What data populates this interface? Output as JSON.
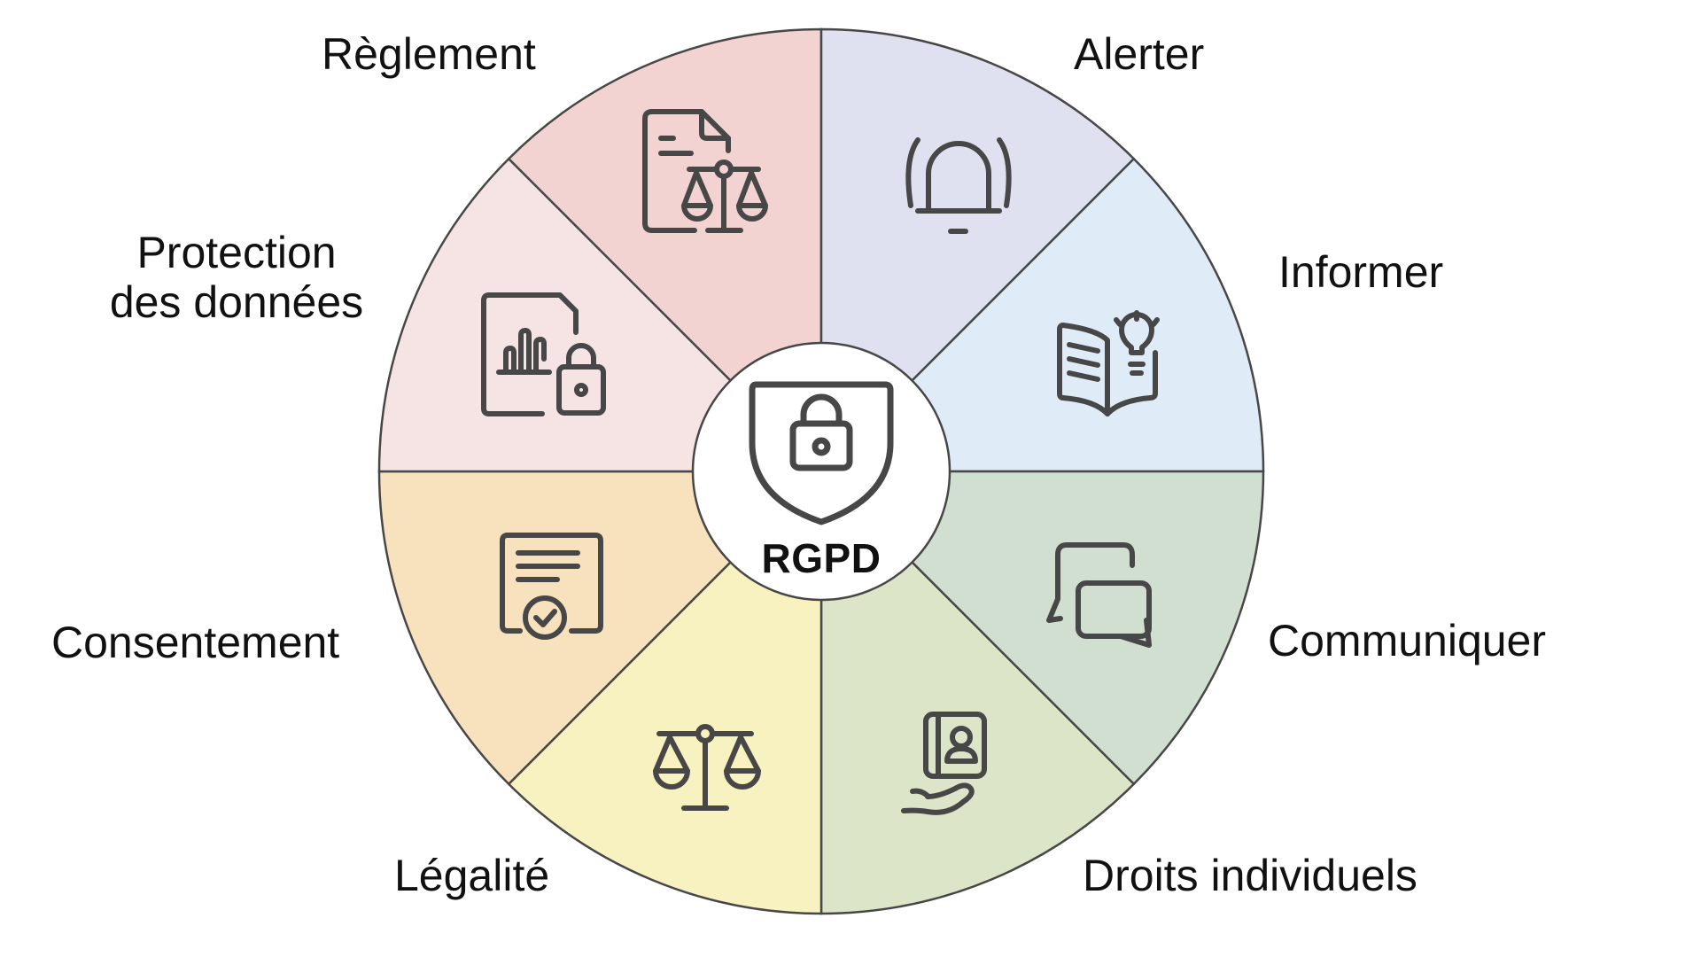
{
  "title": "RGPD",
  "center": {
    "label": "RGPD",
    "icon": "shield-lock-icon"
  },
  "colors": {
    "outline": "#474747",
    "icon_stroke": "#474747",
    "center_fill": "#ffffff",
    "text": "#111111"
  },
  "segments": [
    {
      "id": "reglement",
      "label": "Règlement",
      "icon": "document-scales-icon",
      "color": "#f3d3d1"
    },
    {
      "id": "alerter",
      "label": "Alerter",
      "icon": "bell-alert-icon",
      "color": "#e0e1f0"
    },
    {
      "id": "informer",
      "label": "Informer",
      "icon": "book-lightbulb-icon",
      "color": "#e0ebf8"
    },
    {
      "id": "communiquer",
      "label": "Communiquer",
      "icon": "chat-bubbles-icon",
      "color": "#d1dfd1"
    },
    {
      "id": "droits",
      "label": "Droits individuels",
      "icon": "hand-contact-book-icon",
      "color": "#dde5c8"
    },
    {
      "id": "legalite",
      "label": "Légalité",
      "icon": "scales-icon",
      "color": "#f8f2c0"
    },
    {
      "id": "consentement",
      "label": "Consentement",
      "icon": "certificate-check-icon",
      "color": "#f8e2bd"
    },
    {
      "id": "protection",
      "label_line1": "Protection",
      "label_line2": "des données",
      "label": "Protection des données",
      "icon": "data-file-lock-icon",
      "color": "#f6e4e4"
    }
  ]
}
